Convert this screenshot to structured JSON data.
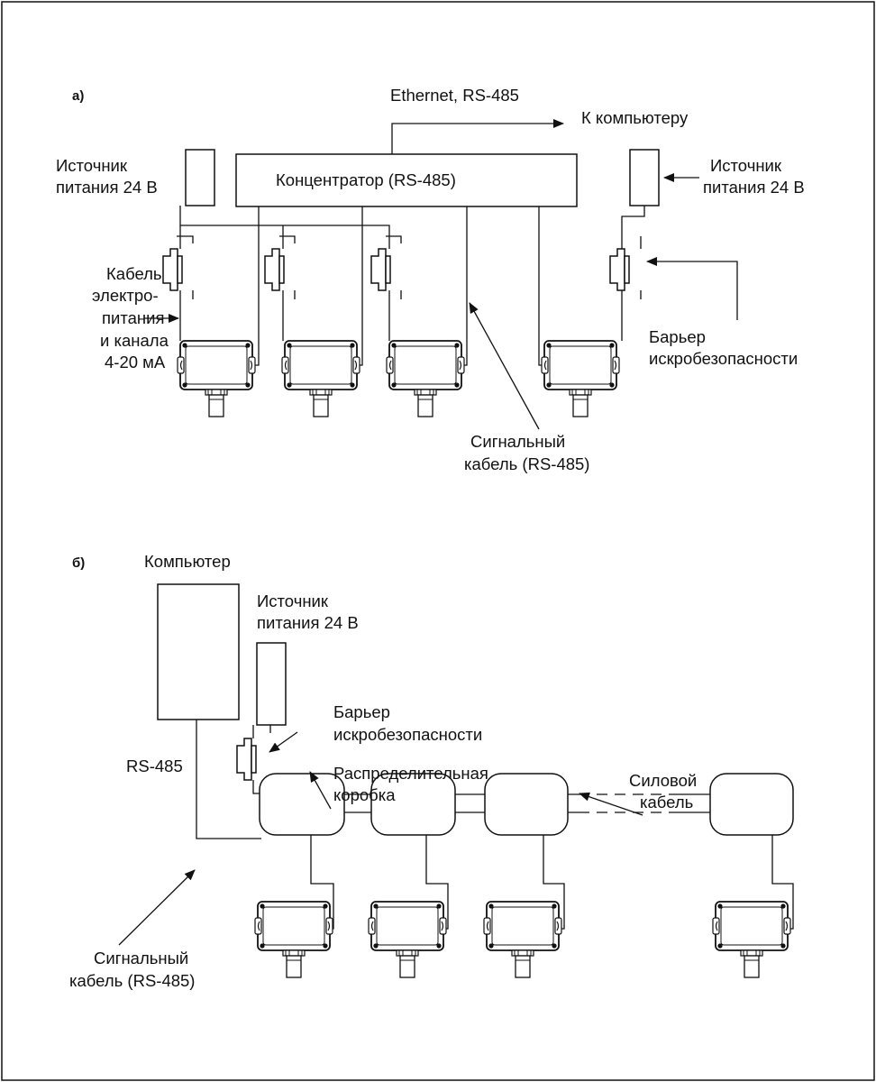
{
  "section_a": {
    "label": "а)",
    "hub_label": "Концентратор (RS-485)",
    "network_label": "Ethernet, RS-485",
    "to_computer": "К компьютеру",
    "psu_left": [
      "Источник",
      "питания 24 В"
    ],
    "psu_right": [
      "Источник",
      "питания 24 В"
    ],
    "power_cable": [
      "Кабель",
      "электро-",
      "питания",
      "и канала",
      "4-20 мА"
    ],
    "barrier": [
      "Барьер",
      "искробезопасности"
    ],
    "signal_cable": [
      "Сигнальный",
      "кабель (RS-485)"
    ]
  },
  "section_b": {
    "label": "б)",
    "computer": "Компьютер",
    "psu": [
      "Источник",
      "питания 24 В"
    ],
    "barrier": [
      "Барьер",
      "искробезопасности"
    ],
    "rs485": "RS-485",
    "junction_box": [
      "Распределительная",
      "коробка"
    ],
    "power_cable": [
      "Силовой",
      "кабель"
    ],
    "signal_cable": [
      "Сигнальный",
      "кабель (RS-485)"
    ]
  }
}
